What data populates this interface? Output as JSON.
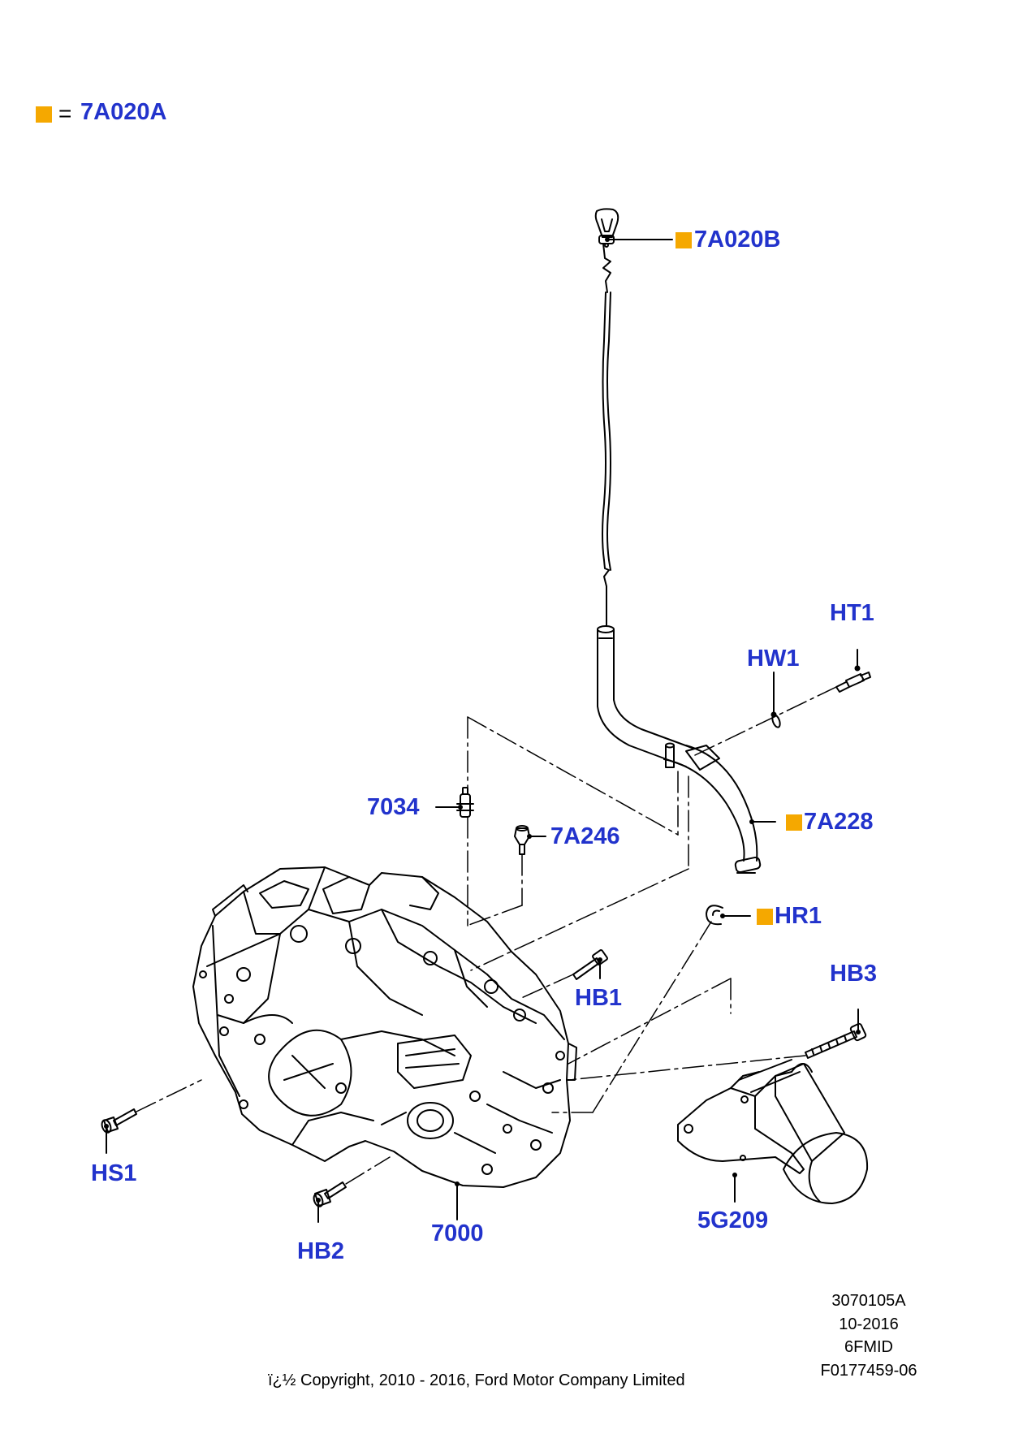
{
  "colors": {
    "label": "#2233cc",
    "marker": "#f5a800",
    "line": "#000000"
  },
  "legend": {
    "marker_icon": "orange-square-icon",
    "equals": "=",
    "part": "7A020A"
  },
  "callouts": {
    "7A020B": "7A020B",
    "HT1": "HT1",
    "HW1": "HW1",
    "7034": "7034",
    "7A246": "7A246",
    "7A228": "7A228",
    "HR1": "HR1",
    "HB1": "HB1",
    "HB3": "HB3",
    "HS1": "HS1",
    "HB2": "HB2",
    "7000": "7000",
    "5G209": "5G209"
  },
  "meta": {
    "lines": [
      "3070105A",
      "10-2016",
      "6FMID",
      "F0177459-06"
    ],
    "copyright": "ï¿½ Copyright, 2010 - 2016, Ford Motor Company Limited"
  }
}
